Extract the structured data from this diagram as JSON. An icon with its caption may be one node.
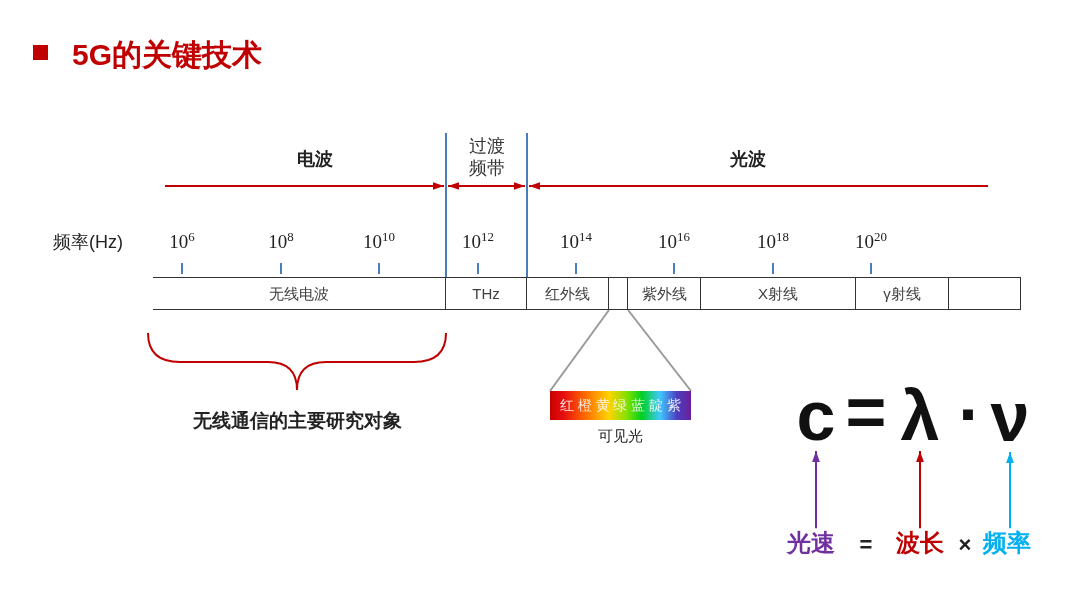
{
  "diagram": {
    "title": "5G的关键技术",
    "nodes": [
      {
        "text": [
          "无线电波"
        ]
      },
      {
        "text": [
          "THz"
        ]
      },
      {
        "text": [
          "红外线"
        ]
      },
      {
        "text": [],
        "shape": "box"
      },
      {
        "text": [
          "紫外线"
        ]
      },
      {
        "text": [
          "X射线"
        ]
      },
      {
        "text": [
          "γ射线"
        ]
      },
      {
        "text": [],
        "shape": "box"
      },
      {
        "text": [
          "红 橙 黄 绿 蓝 靛 紫"
        ],
        "beside": [
          "可见光"
        ]
      },
      {
        "text": [
          "c"
        ]
      },
      {
        "text": [
          "λ"
        ]
      },
      {
        "text": [
          "ν"
        ]
      },
      {
        "text": [
          "光速"
        ]
      },
      {
        "text": [
          "波长"
        ]
      },
      {
        "text": [
          "频率"
        ]
      }
    ],
    "edges": [
      {
        "from": 3,
        "to": 8,
        "arrow": "none"
      },
      {
        "from": 3,
        "to": 8,
        "arrow": "none"
      },
      {
        "from": 12,
        "to": 9,
        "arrow": "to",
        "color": "#7030a0"
      },
      {
        "from": 13,
        "to": 10,
        "arrow": "to",
        "color": "#c00000"
      },
      {
        "from": 14,
        "to": 11,
        "arrow": "to",
        "color": "#00b0f0"
      }
    ],
    "labels": [
      "电波",
      "过渡频带",
      "光波",
      "频率(Hz)",
      "10$^{6}$",
      "10$^{8}$",
      "10$^{10}$",
      "10$^{12}$",
      "10$^{14}$",
      "10$^{16}$",
      "10$^{18}$",
      "10$^{20}$",
      "无线通信的主要研究对象",
      "=",
      "·",
      "=",
      "×"
    ]
  }
}
